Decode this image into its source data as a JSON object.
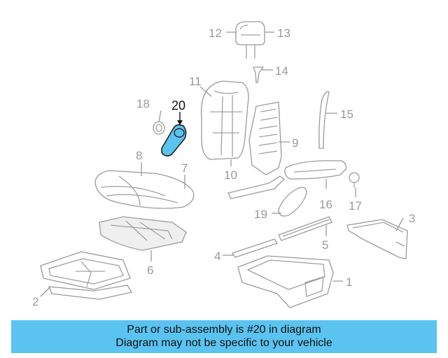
{
  "highlighted_part": "20",
  "highlight_color": "#5bc3f0",
  "caption": {
    "line1": "Part or sub-assembly is #20 in diagram",
    "line2": "Diagram may not be specific to your vehicle"
  },
  "callouts": {
    "c1": "1",
    "c2": "2",
    "c3": "3",
    "c4": "4",
    "c5": "5",
    "c6": "6",
    "c7": "7",
    "c8": "8",
    "c9": "9",
    "c10": "10",
    "c11": "11",
    "c12": "12",
    "c13": "13",
    "c14": "14",
    "c15": "15",
    "c16": "16",
    "c17": "17",
    "c18": "18",
    "c19": "19",
    "c20": "20"
  }
}
